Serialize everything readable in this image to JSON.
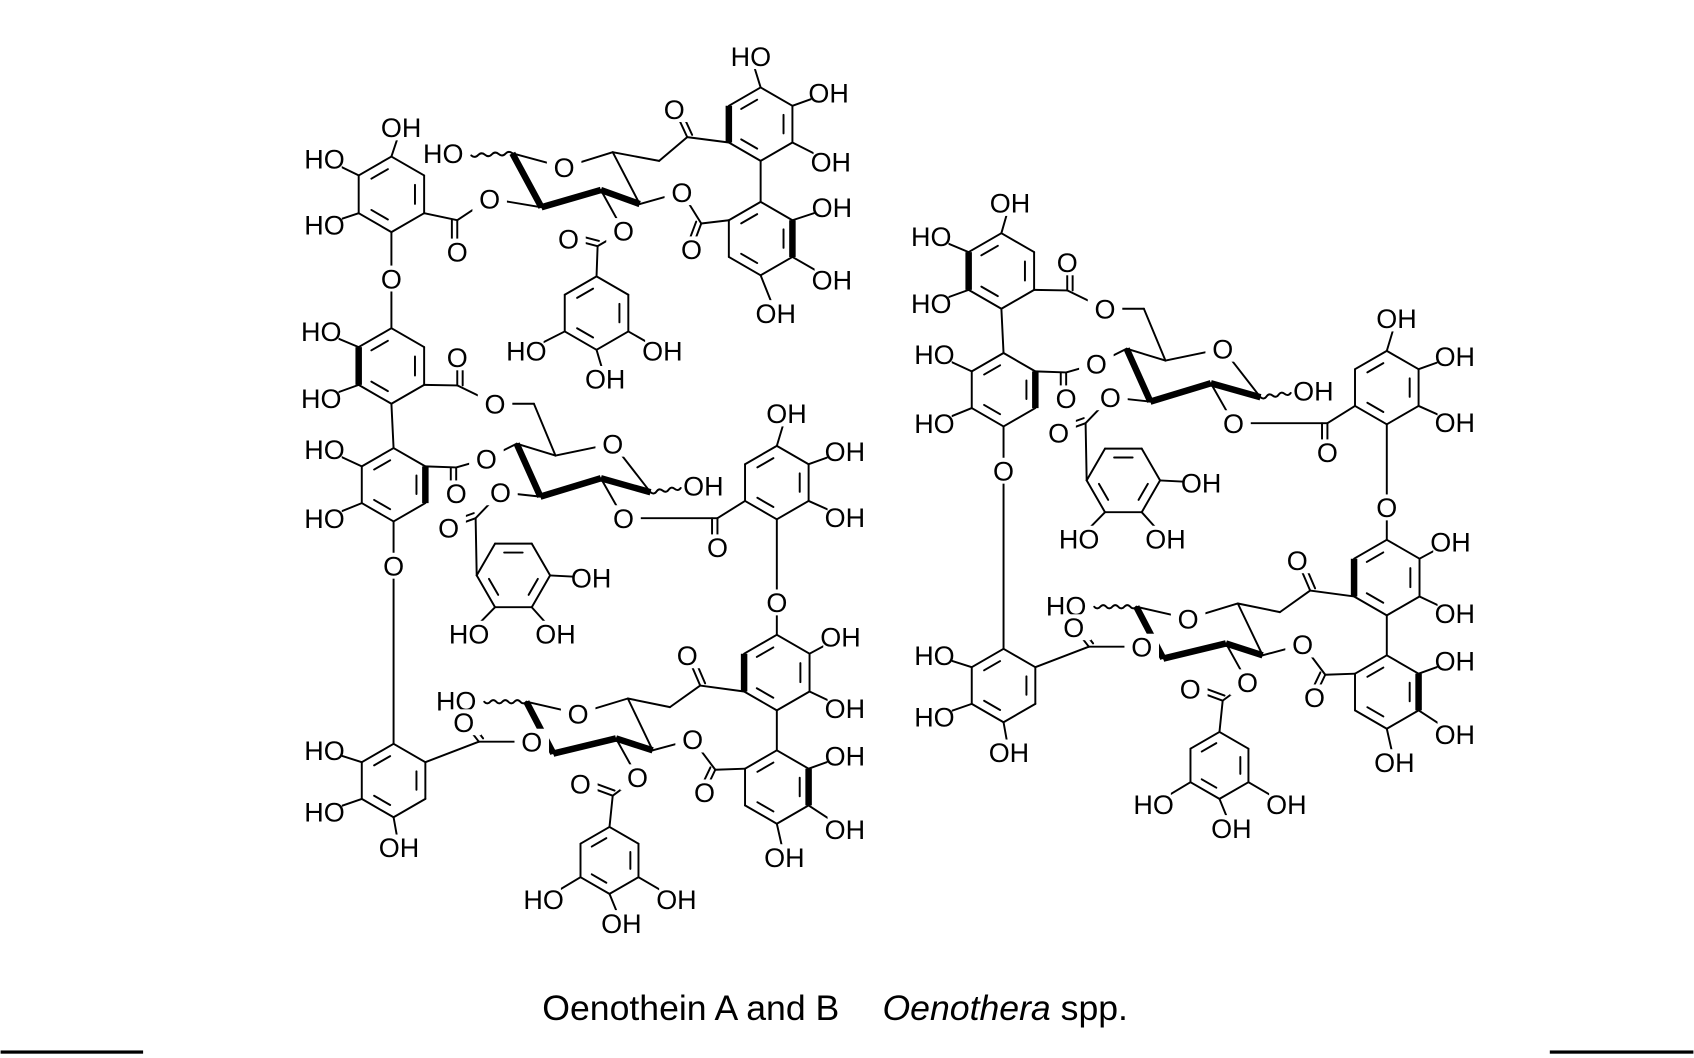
{
  "caption": {
    "compound": "Oenothein A and B",
    "genus": "Oenothera",
    "suffix": " spp."
  },
  "structure": {
    "top_labels": [
      "OH",
      "HO",
      "HO",
      "O",
      "O",
      "O",
      "HO",
      "O",
      "O",
      "O",
      "O",
      "O",
      "O",
      "HO",
      "OH",
      "OH",
      "OH",
      "OH",
      "OH",
      "HO",
      "OH",
      "OH"
    ],
    "unit_labels": [
      "HO",
      "HO",
      "O",
      "O",
      "HO",
      "HO",
      "O",
      "O",
      "O",
      "OH",
      "O",
      "O",
      "O",
      "O",
      "OH",
      "OH",
      "OH",
      "OH",
      "HO",
      "OH",
      "O",
      "O",
      "OH",
      "OH",
      "O",
      "HO",
      "O",
      "O",
      "O",
      "O",
      "O",
      "O",
      "O",
      "OH",
      "OH",
      "OH",
      "HO",
      "HO",
      "OH",
      "HO",
      "OH",
      "OH"
    ],
    "right_extra_labels": [
      "OH"
    ]
  }
}
